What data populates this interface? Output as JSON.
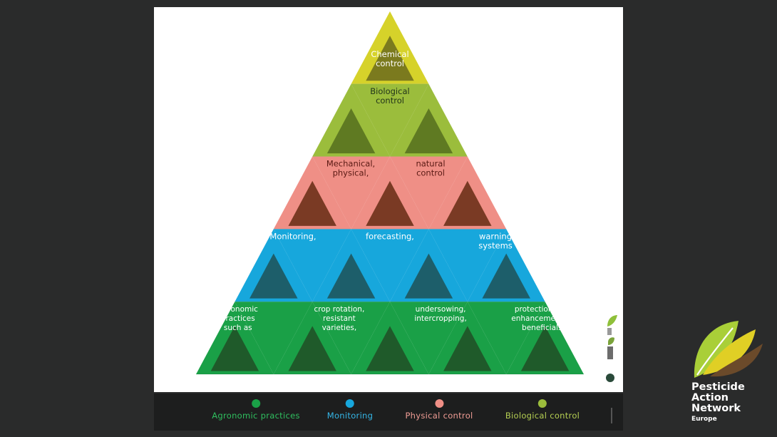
{
  "diagram": {
    "tiers": [
      {
        "name": "chemical",
        "color": "#d6d22a",
        "photo_color": "#7b7a1e",
        "labels": [
          "Chemical\ncontrol"
        ]
      },
      {
        "name": "biological",
        "color": "#9bbd3c",
        "photo_color": "#5f7a22",
        "labels": [
          "Biological\ncontrol"
        ]
      },
      {
        "name": "physical",
        "color": "#ef8f86",
        "photo_color": "#7a3a24",
        "labels": [
          "Mechanical,\nphysical,",
          "natural\ncontrol"
        ]
      },
      {
        "name": "monitoring",
        "color": "#17a7dc",
        "photo_color": "#1d5e6a",
        "labels": [
          "Monitoring,",
          "forecasting,",
          "warning\nsystems"
        ]
      },
      {
        "name": "agronomic",
        "color": "#1aa047",
        "photo_color": "#1f5a2a",
        "labels": [
          "Agronomic\npractices\nsuch as",
          "crop rotation,\nresistant\nvarieties,",
          "undersowing,\nintercropping,",
          "protection and\nenhancement of\nbeneficials"
        ]
      }
    ]
  },
  "legend": [
    {
      "label": "Agronomic practices",
      "color": "#1aa047",
      "text_color": "#2fbf5f"
    },
    {
      "label": "Monitoring",
      "color": "#17a7dc",
      "text_color": "#35b7e8"
    },
    {
      "label": "Physical control",
      "color": "#ef8f86",
      "text_color": "#f09d95"
    },
    {
      "label": "Biological control",
      "color": "#9bbd3c",
      "text_color": "#b5cf52"
    }
  ],
  "logo": {
    "words": [
      "Pesticide",
      "Action",
      "Network"
    ],
    "subtitle": "Europe",
    "icon": "leaf-icon"
  }
}
